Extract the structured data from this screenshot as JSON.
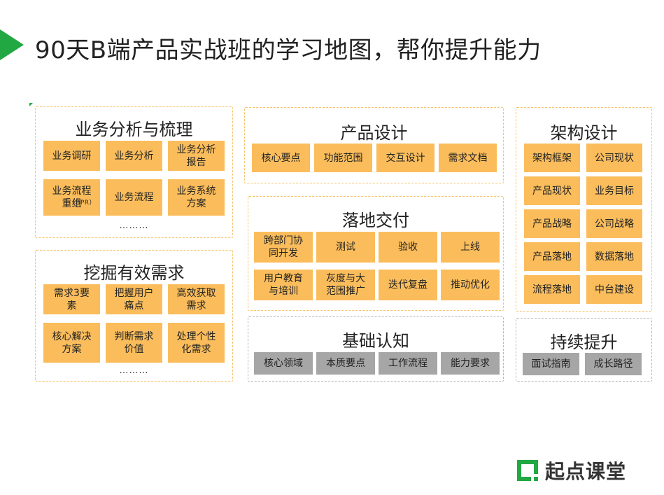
{
  "title": "90天B端产品实战班的学习地图，帮你提升能力",
  "groups": {
    "analysis": {
      "title": "业务分析与梳理",
      "tiles": [
        "业务调研",
        "业务分析",
        "业务分析\n报告",
        "业务流程\n重组",
        "业务流程",
        "业务系统\n方案"
      ],
      "tile3_suffix": "（BPR）",
      "more": "………"
    },
    "requirements": {
      "title": "挖掘有效需求",
      "tiles": [
        "需求3要\n素",
        "把握用户\n痛点",
        "高效获取\n需求",
        "核心解决\n方案",
        "判断需求\n价值",
        "处理个性\n化需求"
      ],
      "more": "………"
    },
    "design": {
      "title": "产品设计",
      "tiles": [
        "核心要点",
        "功能范围",
        "交互设计",
        "需求文档"
      ]
    },
    "delivery": {
      "title": "落地交付",
      "tiles": [
        "跨部门协\n同开发",
        "测试",
        "验收",
        "上线",
        "用户教育\n与培训",
        "灰度与大\n范围推广",
        "迭代复盘",
        "推动优化"
      ]
    },
    "basics": {
      "title": "基础认知",
      "tiles": [
        "核心领域",
        "本质要点",
        "工作流程",
        "能力要求"
      ]
    },
    "architecture": {
      "title": "架构设计",
      "tiles": [
        "架构框架",
        "公司现状",
        "产品现状",
        "业务目标",
        "产品战略",
        "公司战略",
        "产品落地",
        "数据落地",
        "流程落地",
        "中台建设"
      ]
    },
    "growth": {
      "title": "持续提升",
      "tiles": [
        "面试指南",
        "成长路径"
      ]
    }
  },
  "logo": {
    "text": "起点课堂"
  },
  "colors": {
    "accent": "#22a843",
    "tile": "#fbbd5c",
    "tile_gray": "#a6a6a6",
    "border": "#f6c46a",
    "border_gray": "#b8b8b8"
  }
}
